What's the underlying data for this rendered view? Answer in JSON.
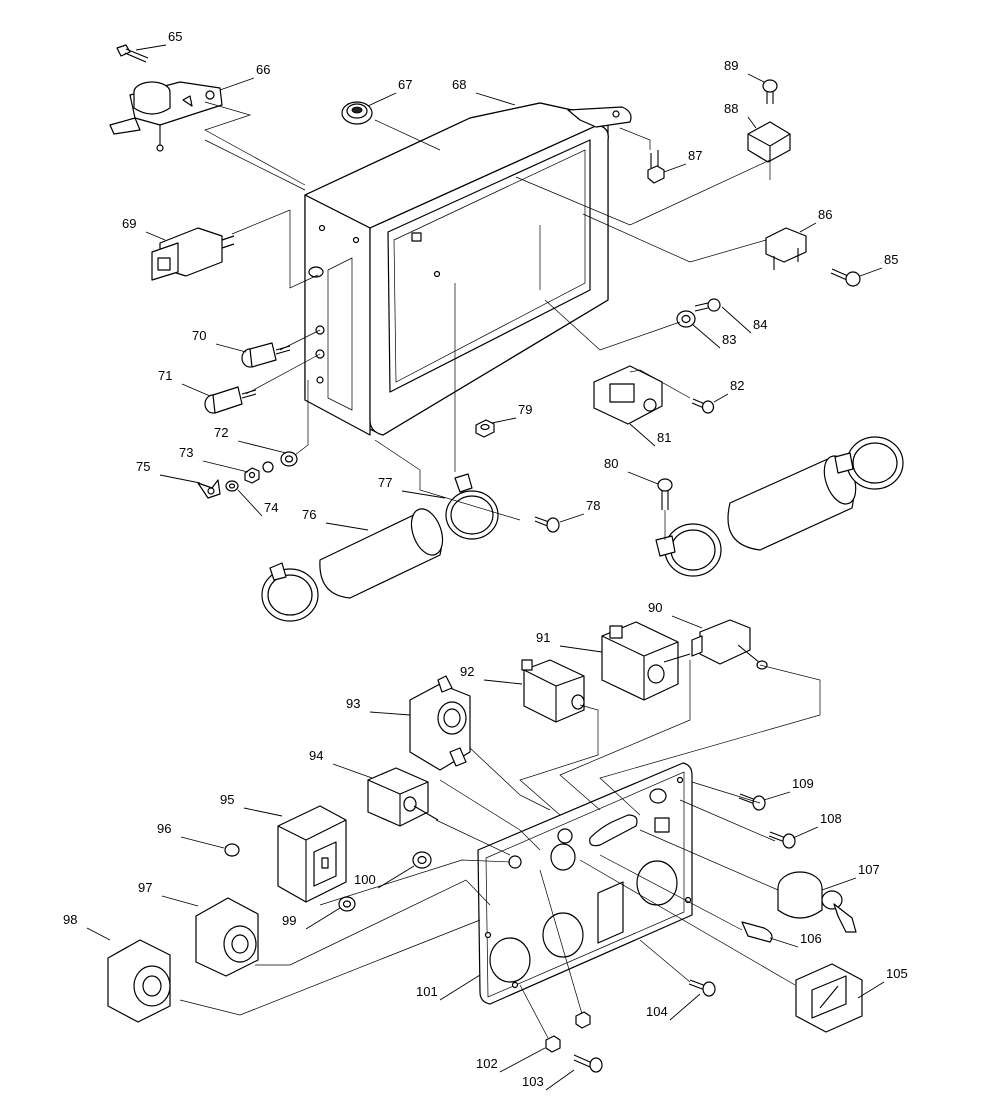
{
  "parts": [
    {
      "id": "65",
      "label": "65"
    },
    {
      "id": "66",
      "label": "66"
    },
    {
      "id": "67",
      "label": "67"
    },
    {
      "id": "68",
      "label": "68"
    },
    {
      "id": "69",
      "label": "69"
    },
    {
      "id": "70",
      "label": "70"
    },
    {
      "id": "71",
      "label": "71"
    },
    {
      "id": "72",
      "label": "72"
    },
    {
      "id": "73",
      "label": "73"
    },
    {
      "id": "74",
      "label": "74"
    },
    {
      "id": "75",
      "label": "75"
    },
    {
      "id": "76",
      "label": "76"
    },
    {
      "id": "77",
      "label": "77"
    },
    {
      "id": "78",
      "label": "78"
    },
    {
      "id": "79",
      "label": "79"
    },
    {
      "id": "80",
      "label": "80"
    },
    {
      "id": "81",
      "label": "81"
    },
    {
      "id": "82",
      "label": "82"
    },
    {
      "id": "83",
      "label": "83"
    },
    {
      "id": "84",
      "label": "84"
    },
    {
      "id": "85",
      "label": "85"
    },
    {
      "id": "86",
      "label": "86"
    },
    {
      "id": "87",
      "label": "87"
    },
    {
      "id": "88",
      "label": "88"
    },
    {
      "id": "89",
      "label": "89"
    },
    {
      "id": "90",
      "label": "90"
    },
    {
      "id": "91",
      "label": "91"
    },
    {
      "id": "92",
      "label": "92"
    },
    {
      "id": "93",
      "label": "93"
    },
    {
      "id": "94",
      "label": "94"
    },
    {
      "id": "95",
      "label": "95"
    },
    {
      "id": "96",
      "label": "96"
    },
    {
      "id": "97",
      "label": "97"
    },
    {
      "id": "98",
      "label": "98"
    },
    {
      "id": "99",
      "label": "99"
    },
    {
      "id": "100",
      "label": "100"
    },
    {
      "id": "101",
      "label": "101"
    },
    {
      "id": "102",
      "label": "102"
    },
    {
      "id": "103",
      "label": "103"
    },
    {
      "id": "104",
      "label": "104"
    },
    {
      "id": "105",
      "label": "105"
    },
    {
      "id": "106",
      "label": "106"
    },
    {
      "id": "107",
      "label": "107"
    },
    {
      "id": "108",
      "label": "108"
    },
    {
      "id": "109",
      "label": "109"
    }
  ]
}
